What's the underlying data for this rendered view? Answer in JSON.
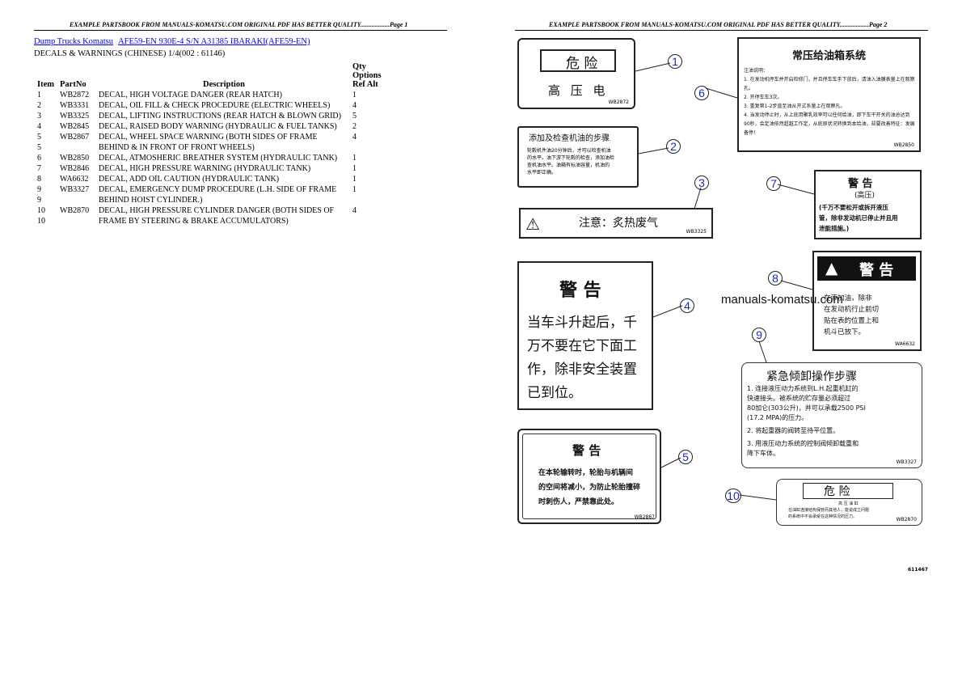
{
  "pages": {
    "left": {
      "header": "EXAMPLE PARTSBOOK FROM MANUALS-KOMATSU.COM ORIGINAL PDF HAS BETTER QUALITY..................Page 1"
    },
    "right": {
      "header": "EXAMPLE PARTSBOOK FROM MANUALS-KOMATSU.COM ORIGINAL PDF HAS BETTER QUALITY..................Page 2"
    }
  },
  "links": {
    "first": "Dump Trucks Komatsu",
    "second": "AFE59-EN 930E-4 S/N A31385 IBARAKI(AFE59-EN)"
  },
  "subtitle": "DECALS & WARNINGS (CHINESE) 1/4(002 : 61146)",
  "table": {
    "headers": {
      "item": "Item",
      "partno": "PartNo",
      "description": "Description",
      "qty": "Qty",
      "options": "Options",
      "refalt": "Ref Alt"
    },
    "rows": [
      {
        "item": "1",
        "partno": "WB2872",
        "description": "DECAL, HIGH VOLTAGE DANGER (REAR HATCH)",
        "qty": "1"
      },
      {
        "item": "2",
        "partno": "WB3331",
        "description": "DECAL, OIL FILL & CHECK PROCEDURE (ELECTRIC WHEELS)",
        "qty": "4"
      },
      {
        "item": "3",
        "partno": "WB3325",
        "description": "DECAL, LIFTING INSTRUCTIONS (REAR HATCH & BLOWN GRID)",
        "qty": "5"
      },
      {
        "item": "4",
        "partno": "WB2845",
        "description": "DECAL, RAISED BODY WARNING (HYDRAULIC & FUEL TANKS)",
        "qty": "2"
      },
      {
        "item": "5",
        "partno": "WB2867",
        "description": "DECAL, WHEEL SPACE WARNING (BOTH SIDES OF FRAME",
        "qty": "4"
      },
      {
        "item": "5",
        "partno": "",
        "description": "BEHIND & IN FRONT OF FRONT WHEELS)",
        "qty": ""
      },
      {
        "item": "6",
        "partno": "WB2850",
        "description": "DECAL, ATMOSHERIC BREATHER SYSTEM (HYDRAULIC TANK)",
        "qty": "1"
      },
      {
        "item": "7",
        "partno": "WB2846",
        "description": "DECAL, HIGH PRESSURE WARNING (HYDRAULIC TANK)",
        "qty": "1"
      },
      {
        "item": "8",
        "partno": "WA6632",
        "description": "DECAL, ADD OIL CAUTION (HYDRAULIC TANK)",
        "qty": "1"
      },
      {
        "item": "9",
        "partno": "WB3327",
        "description": "DECAL, EMERGENCY DUMP PROCEDURE (L.H. SIDE OF FRAME",
        "qty": "1"
      },
      {
        "item": "9",
        "partno": "",
        "description": "BEHIND HOIST CYLINDER.)",
        "qty": ""
      },
      {
        "item": "10",
        "partno": "WB2870",
        "description": "DECAL, HIGH PRESSURE CYLINDER DANGER (BOTH SIDES OF",
        "qty": "4"
      },
      {
        "item": "10",
        "partno": "",
        "description": "FRAME BY STEERING & BRAKE ACCUMULATORS)",
        "qty": ""
      }
    ]
  },
  "figure": {
    "watermark": "manuals-komatsu.com",
    "figure_id": "611467",
    "callouts": [
      "1",
      "2",
      "3",
      "4",
      "5",
      "6",
      "7",
      "8",
      "9",
      "10"
    ],
    "decals": {
      "d1": {
        "title": "危 险",
        "body": "高 压 电",
        "code": "WB2872"
      },
      "d2": {
        "title": "添加及检查机油的步骤",
        "lines": [
          "轮毂机件油20分钟后，才可以检查机油",
          "的水平。油下游下轮毂的检查，添加油检",
          "查机油水平。油箱有标油容量，机油的",
          "水平即正确。"
        ]
      },
      "d3": {
        "text": "注意：炙热废气",
        "code": "WB3325"
      },
      "d4": {
        "title": "警 告",
        "lines": [
          "当车斗升起后，千",
          "万不要在它下面工",
          "作，除非安全装置",
          "已到位。"
        ]
      },
      "d5": {
        "title": "警 告",
        "lines": [
          "在本轮输转时，轮胎与机辆间",
          "的空间将减小，为防止轮胎撞碎",
          "时刺伤人，严禁靠此处。"
        ],
        "code": "WB2867"
      },
      "d6": {
        "title": "常压给油箱系统",
        "lines": [
          "注油说明：",
          "1. 在发动机停车并开启检修门，并且停车车手下放后，请油入油膜表量上在观察孔。",
          "2. 开停车车3次。",
          "3. 重复第1-2步直至油从开式系量上在观察孔。",
          "4. 当发动停止时，从上底用聚乳效率可以任何给油，即下车干开关的油总达到90秒，会定油依然超越工作定，从底原状况转换到本给油，却要改善特征：发展备停！"
        ],
        "code": "WB2850"
      },
      "d7": {
        "title": "警 告",
        "sub": "(高压)",
        "lines": [
          "(千万不要松开或拆开液压",
          "管，除非发动机已停止并且用",
          "泄能措施。)"
        ]
      },
      "d8": {
        "title": "警 告",
        "lines": [
          "在添加油，除非",
          "在发动机行止前切",
          "贴在表的位置上和",
          "机斗已放下。"
        ],
        "code": "WA6632"
      },
      "d9": {
        "title": "紧急倾卸操作步骤",
        "lines": [
          "1. 连接液压动力系统到L.H.起重机缸的",
          "快速接头。被系统的贮存量必须超过",
          "80加仑(303公升)，并可以承载2500 PSI",
          "(17.2 MPA)的压力。",
          "2. 将起重器的阀转至待平位置。",
          "3. 用液压动力系统的控制阀倾卸载重和",
          "降下车体。"
        ],
        "code": "WB3327"
      },
      "d10": {
        "title": "危 险",
        "sub": "高 压 油 缸",
        "lines": [
          "在油缸连接结构保管而其他人，能说成立问题",
          "的系统中不会承受在这种情况的压力。"
        ],
        "code": "WB2870"
      }
    }
  }
}
